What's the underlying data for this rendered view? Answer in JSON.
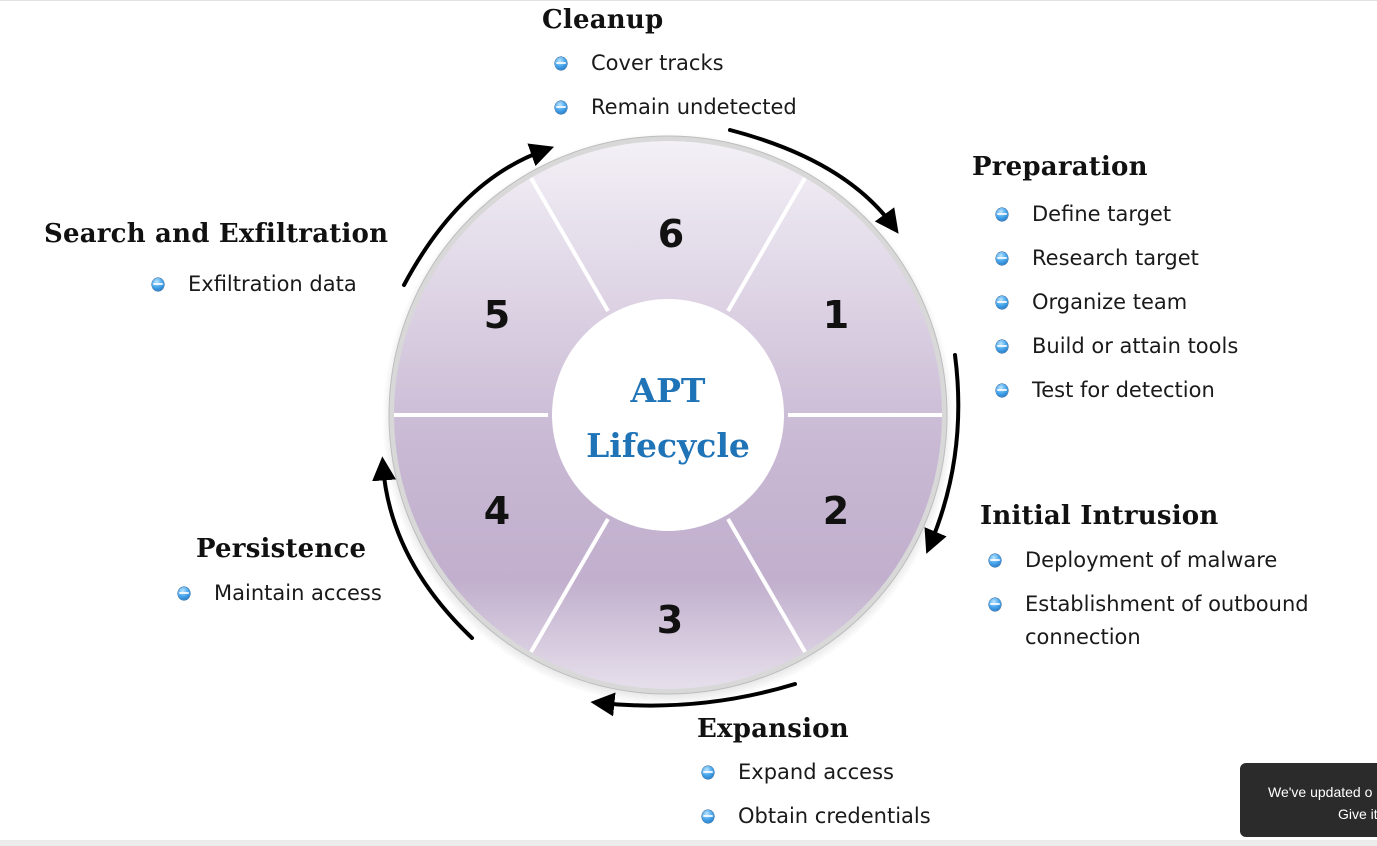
{
  "center": {
    "line1": "APT",
    "line2": "Lifecycle"
  },
  "segments": [
    "1",
    "2",
    "3",
    "4",
    "5",
    "6"
  ],
  "stages": {
    "cleanup": {
      "title": "Cleanup",
      "items": [
        "Cover tracks",
        "Remain undetected"
      ]
    },
    "preparation": {
      "title": "Preparation",
      "items": [
        "Define target",
        "Research target",
        "Organize team",
        "Build or attain tools",
        "Test for detection"
      ]
    },
    "initial_intrusion": {
      "title": "Initial Intrusion",
      "items": [
        "Deployment of malware",
        "Establishment of outbound connection"
      ]
    },
    "expansion": {
      "title": "Expansion",
      "items": [
        "Expand access",
        "Obtain credentials"
      ]
    },
    "persistence": {
      "title": "Persistence",
      "items": [
        "Maintain access"
      ]
    },
    "search_exfiltration": {
      "title": "Search and Exfiltration",
      "items": [
        "Exfiltration data"
      ]
    }
  },
  "toast": {
    "line1": "We've updated o",
    "line2": "Give it"
  },
  "colors": {
    "center_text": "#1f73b7",
    "segment_light": "#efeaf3",
    "segment_dark": "#c3b2cf",
    "arrow": "#000000"
  },
  "icons": {
    "bullet": "blue-orb-bullet-icon",
    "arrow": "curved-arrow-icon"
  }
}
